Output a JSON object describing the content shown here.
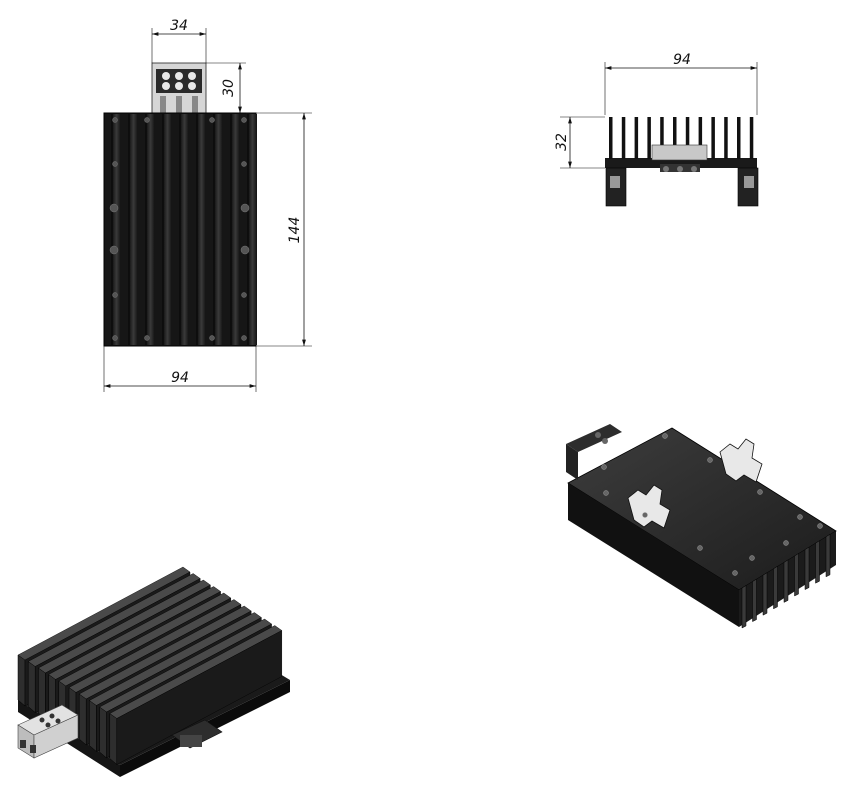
{
  "views": {
    "front": {
      "dim_terminal_width": "34",
      "dim_terminal_height": "30",
      "dim_body_height": "144",
      "dim_body_width": "94"
    },
    "side": {
      "dim_width": "94",
      "dim_height": "32"
    }
  },
  "colors": {
    "body_dark": "#1a1a1a",
    "body_mid": "#2b2b2b",
    "fin_light": "#3a3a3a",
    "terminal_grey": "#cfcfcf",
    "dimension_ink": "#111111"
  }
}
